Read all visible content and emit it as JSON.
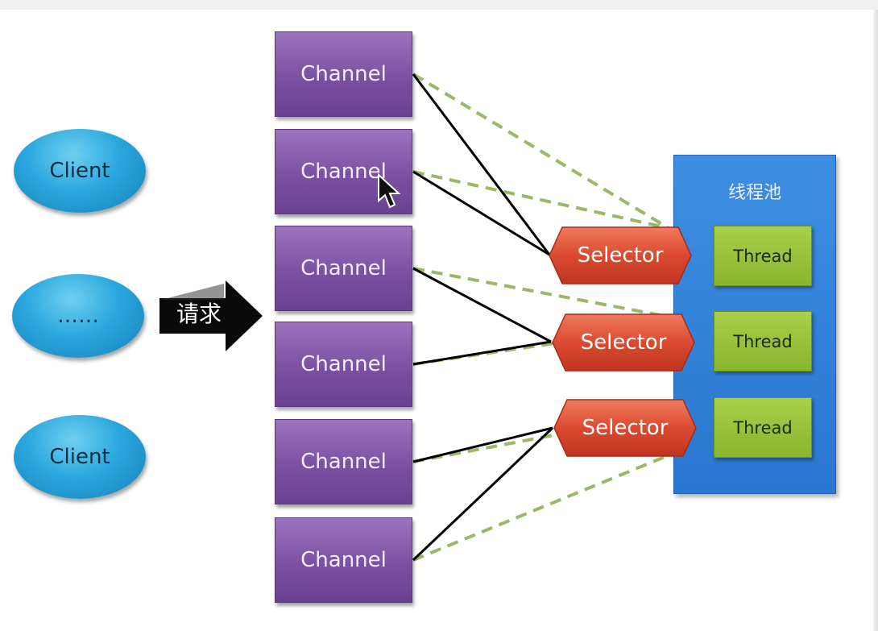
{
  "clients": [
    {
      "label": "Client"
    },
    {
      "label": "……"
    },
    {
      "label": "Client"
    }
  ],
  "request_arrow": {
    "label": "请求"
  },
  "channels": [
    {
      "label": "Channel"
    },
    {
      "label": "Channel"
    },
    {
      "label": "Channel"
    },
    {
      "label": "Channel"
    },
    {
      "label": "Channel"
    },
    {
      "label": "Channel"
    }
  ],
  "selectors": [
    {
      "label": "Selector"
    },
    {
      "label": "Selector"
    },
    {
      "label": "Selector"
    }
  ],
  "thread_pool": {
    "title": "线程池",
    "threads": [
      {
        "label": "Thread"
      },
      {
        "label": "Thread"
      },
      {
        "label": "Thread"
      }
    ]
  },
  "connections": {
    "solid": [
      [
        0,
        0
      ],
      [
        1,
        0
      ],
      [
        2,
        1
      ],
      [
        3,
        1
      ],
      [
        4,
        2
      ],
      [
        5,
        2
      ]
    ],
    "dashed": [
      [
        0,
        0
      ],
      [
        1,
        0
      ],
      [
        2,
        1
      ],
      [
        3,
        1
      ],
      [
        4,
        2
      ],
      [
        5,
        2
      ]
    ]
  },
  "colors": {
    "client": "#2aa8de",
    "channel": "#7b50a3",
    "selector": "#d9432c",
    "thread": "#89b52f",
    "pool": "#2a76d0",
    "dashed_line": "#9bb867",
    "solid_line": "#000000"
  }
}
